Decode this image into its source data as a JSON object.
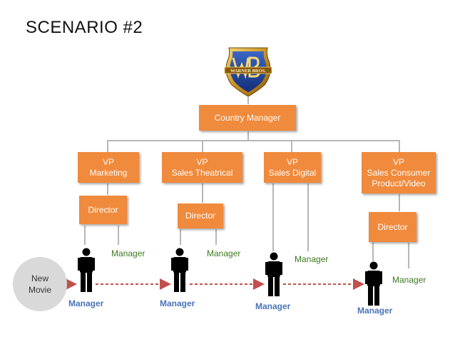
{
  "title": "SCENARIO #2",
  "colors": {
    "box": "#f08a3c",
    "line": "#b7b7b7",
    "arrow": "#c0504d",
    "manager_green": "#3d7a1f",
    "manager_blue": "#4a74b6"
  },
  "logo": {
    "text": "WARNER BROS."
  },
  "country_manager": "Country Manager",
  "vps": [
    {
      "label": "VP\nMarketing"
    },
    {
      "label": "VP\nSales Theatrical"
    },
    {
      "label": "VP\nSales Digital"
    },
    {
      "label": "VP\nSales Consumer\nProduct/Video"
    }
  ],
  "directors": [
    "Director",
    "Director",
    "Director"
  ],
  "side_managers": [
    "Manager",
    "Manager",
    "Manager",
    "Manager"
  ],
  "bottom_managers": [
    "Manager",
    "Manager",
    "Manager",
    "Manager"
  ],
  "new_movie": "New\nMovie"
}
